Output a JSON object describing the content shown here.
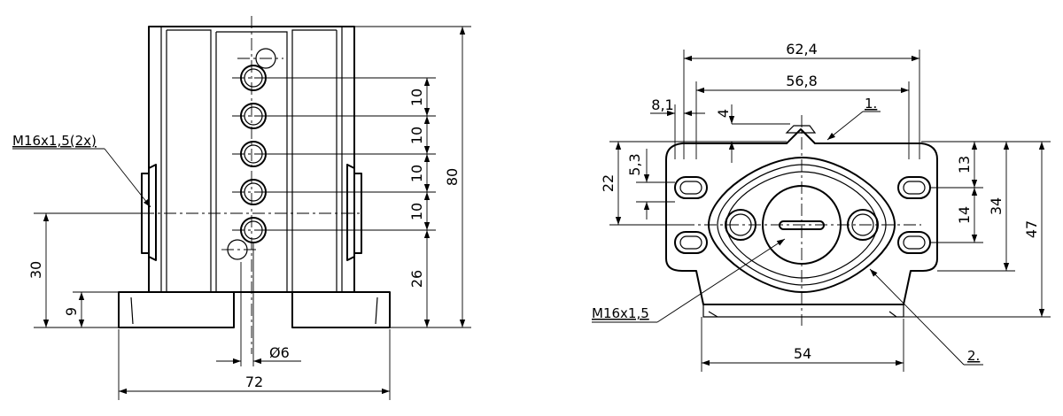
{
  "front_view": {
    "dims": {
      "pitch_1": "10",
      "pitch_2": "10",
      "pitch_3": "10",
      "pitch_4": "10",
      "bottom": "26",
      "height": "80",
      "center_height": "30",
      "base_height": "9",
      "width": "72",
      "hole": "Ø6"
    },
    "thread_callout": "M16x1,5(2x)"
  },
  "side_view": {
    "dims": {
      "width_outer": "62,4",
      "width_inner": "56,8",
      "offset": "8,1",
      "boss": "4",
      "slot_top": "5,3",
      "height_left": "22",
      "right_13": "13",
      "right_14": "14",
      "right_34": "34",
      "right_47": "47",
      "base_width": "54"
    },
    "thread_callout": "M16x1,5",
    "item_1": "1.",
    "item_2": "2."
  }
}
